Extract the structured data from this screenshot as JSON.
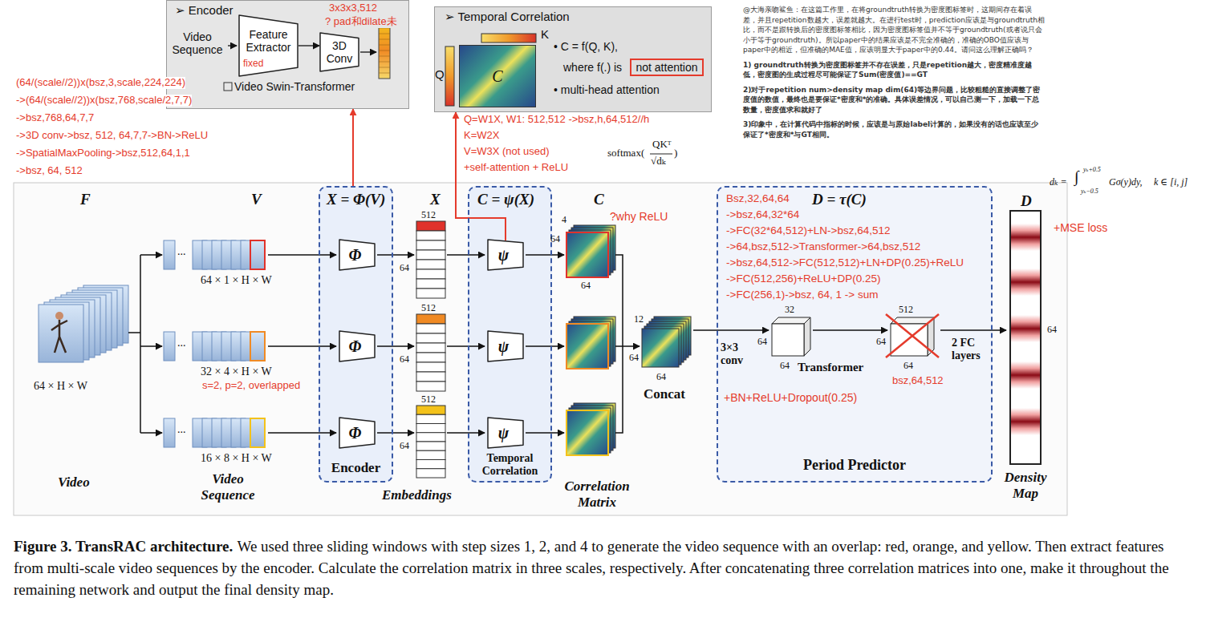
{
  "diagram": {
    "caption": "We used three sliding windows with step sizes 1, 2, and 4 to generate the video sequence with an overlap: red, orange, and yellow. Then extract features from multi-scale video sequences by the encoder. Calculate the correlation matrix in three scales, respectively. After concatenating three correlation matrices into one, make it throughout the remaining network and output the final density map.",
    "nodes": [
      {
        "text": [
          "➢ Encoder"
        ]
      },
      {
        "text": [
          "Feature Extractor"
        ],
        "in": 0
      },
      {
        "text": [
          "3D Conv"
        ],
        "in": 0
      },
      {
        "text": [
          "➢ Temporal Correlation"
        ]
      },
      {
        "text": [
          "C"
        ],
        "in": 3
      },
      {
        "text": [
          "not attention"
        ],
        "in": 3
      },
      {
        "text": [
          "X = Φ(V)",
          "Encoder"
        ]
      },
      {
        "text": [
          "Φ"
        ],
        "in": 6
      },
      {
        "text": [
          "Φ"
        ],
        "in": 6
      },
      {
        "text": [
          "Φ"
        ],
        "in": 6
      },
      {
        "text": [
          "C = ψ(X)",
          "Temporal Correlation"
        ]
      },
      {
        "text": [
          "ψ"
        ],
        "in": 10
      },
      {
        "text": [
          "ψ"
        ],
        "in": 10
      },
      {
        "text": [
          "ψ"
        ],
        "in": 10
      },
      {
        "text": [
          "D = τ(C)",
          "Period Predictor"
        ]
      },
      {
        "text": [
          "D",
          "Density Map"
        ]
      }
    ],
    "edges": [
      {
        "from": 1,
        "to": 2,
        "arrow": "to"
      },
      {
        "from": 6,
        "to": 0,
        "arrow": "to"
      },
      {
        "from": 11,
        "to": 3,
        "arrow": "to"
      }
    ],
    "labels": [
      "3x3x3,512",
      "? pad和dilate未",
      "fixed",
      "Video Sequence",
      "Video Swin-Transformer",
      "K",
      "Q",
      "• C = f(Q, K),",
      "where f(.) is",
      "• multi-head attention",
      "(64/(scale//2))x(bsz,3,scale,224,224)",
      "->(64/(scale//2))x(bsz,768,scale/2,7,7)",
      "->bsz,768,64,7,7",
      "->3D conv->bsz, 512, 64,7,7->BN->ReLU",
      "->SpatialMaxPooling->bsz,512,64,1,1",
      "->bsz, 64, 512",
      "Q=W1X, W1: 512,512 ->bsz,h,64,512//h",
      "K=W2X",
      "V=W3X (not used)",
      "+self-attention + ReLU",
      "softmax(",
      "QKᵀ",
      "√dₖ",
      ")",
      "?why ReLU",
      "@大海亲吻鲨鱼：在这篇工作里，在将groundtruth转换为密度图标签时，这期间存在着误差，并且repetition数越大，误差就越大。在进行test时，prediction应该是与groundtruth相比，而不是跟转换后的密度图标签相比，因为密度图标签值并不等于groundtruth(或者说只会小于等于groundtruth)。所以paper中的结果应该是不完全准确的，准确的OBO值应该与paper中的相近，但准确的MAE值，应该明显大于paper中的0.44。请问这么理解正确吗？",
      "1) groundtruth转换为密度图标签并不存在误差，只是repetition越大，密度精准度越低，密度图的生成过程尽可能保证了Sum(密度值)==GT",
      "2)对于repetition num>density map dim(64)等边界问题，比较粗糙的直接调整了密度值的数值，最终也是要保证*密度和*的准确。具体误差情况，可以自己测一下，加载一下总数量，密度值求和就好了",
      "3)印象中，在计算代码中指标的时候，应该是与原始label计算的，如果没有的话也应该至少保证了*密度和*与GT相同。",
      "dₖ =",
      "∫",
      "yₖ+0.5",
      "yₖ−0.5",
      "Gσ(y)dy,",
      "k ∈ [i, j]",
      "+MSE loss",
      "F",
      "V",
      "X",
      "C",
      "Bsz,32,64,64",
      "->bsz,64,32*64",
      "->FC(32*64,512)+LN->bsz,64,512",
      "->64,bsz,512->Transformer->64,bsz,512",
      "->bsz,64,512->FC(512,512)+LN+DP(0.25)+ReLU",
      "->FC(512,256)+ReLU+DP(0.25)",
      "->FC(256,1)->bsz, 64, 1 -> sum",
      "64 × H × W",
      "...",
      "64 × 1 × H × W",
      "...",
      "32 × 4 × H × W",
      "s=2, p=2, overlapped",
      "...",
      "16 × 8 × H × W",
      "Video",
      "Video Sequence",
      "Embeddings",
      "Correlation Matrix",
      "512",
      "64",
      "512",
      "64",
      "512",
      "64",
      "4",
      "64",
      "64",
      "12",
      "64",
      "64",
      "Concat",
      "3×3 conv",
      "+BN+ReLU+Dropout(0.25)",
      "32",
      "64",
      "64",
      "Transformer",
      "512",
      "64",
      "64",
      "bsz,64,512",
      "2 FC layers",
      "64",
      "Figure 3. TransRAC architecture."
    ]
  }
}
